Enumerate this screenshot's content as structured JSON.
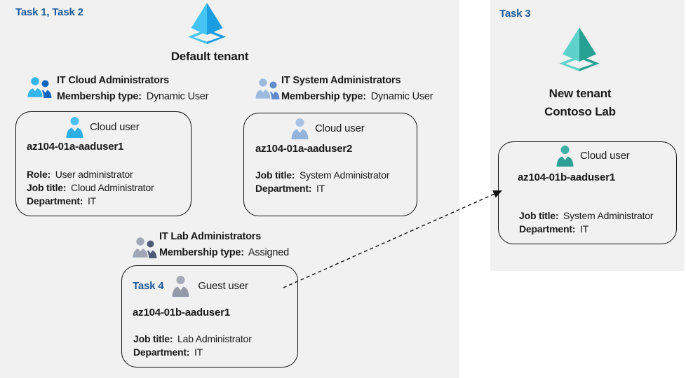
{
  "colors": {
    "panel_bg": "#f1f1f1",
    "task_label": "#1a5a96",
    "text": "#1a1a1a",
    "border": "#111111",
    "arrow": "#111111"
  },
  "icons": {
    "default_tenant_icon": {
      "name": "azure-tenant-icon-blue",
      "light": "#44c4f2",
      "dark": "#1b9de2"
    },
    "new_tenant_icon": {
      "name": "azure-tenant-icon-teal",
      "light": "#5ed2ca",
      "dark": "#26a093"
    },
    "group_cloud_icon": {
      "name": "user-group-icon",
      "front": "#35b4e8",
      "back": "#1467bd"
    },
    "group_system_icon": {
      "name": "user-group-icon",
      "front": "#9cbbdf",
      "back": "#5f8cce"
    },
    "group_lab_icon": {
      "name": "user-group-icon",
      "front": "#a0a6b8",
      "back": "#4e5a77"
    },
    "user_cloud_bright_icon": {
      "name": "person-icon",
      "head": "#49c0ee",
      "body": "#2bafe5"
    },
    "user_cloud_muted_icon": {
      "name": "person-icon",
      "head": "#a7c2e4",
      "body": "#93b4da"
    },
    "user_guest_icon": {
      "name": "person-icon",
      "head": "#a5aab7",
      "body": "#9299a9"
    },
    "user_cloud_teal_icon": {
      "name": "person-icon",
      "head": "#3fb2a8",
      "body": "#2e9f94"
    }
  },
  "left_region": {
    "task_label": "Task 1, Task 2",
    "tenant_title": "Default tenant",
    "groups": {
      "cloud": {
        "title": "IT Cloud Administrators",
        "membership_label": "Membership type:",
        "membership_value": "Dynamic User"
      },
      "system": {
        "title": "IT System Administrators",
        "membership_label": "Membership type:",
        "membership_value": "Dynamic User"
      },
      "lab": {
        "title": "IT Lab Administrators",
        "membership_label": "Membership type:",
        "membership_value": "Assigned"
      }
    },
    "cards": {
      "user1": {
        "icon_label": "Cloud user",
        "username": "az104-01a-aaduser1",
        "role_label": "Role:",
        "role_value": "User administrator",
        "job_label": "Job title:",
        "job_value": "Cloud Administrator",
        "dept_label": "Department:",
        "dept_value": "IT"
      },
      "user2": {
        "icon_label": "Cloud user",
        "username": "az104-01a-aaduser2",
        "job_label": "Job title:",
        "job_value": "System Administrator",
        "dept_label": "Department:",
        "dept_value": "IT"
      },
      "guest": {
        "task_label": "Task 4",
        "icon_label": "Guest user",
        "username": "az104-01b-aaduser1",
        "job_label": "Job title:",
        "job_value": "Lab Administrator",
        "dept_label": "Department:",
        "dept_value": "IT"
      }
    }
  },
  "right_region": {
    "task_label": "Task 3",
    "tenant_title_line1": "New tenant",
    "tenant_title_line2": "Contoso Lab",
    "card": {
      "icon_label": "Cloud user",
      "username": "az104-01b-aaduser1",
      "job_label": "Job title:",
      "job_value": "System Administrator",
      "dept_label": "Department:",
      "dept_value": "IT"
    }
  }
}
